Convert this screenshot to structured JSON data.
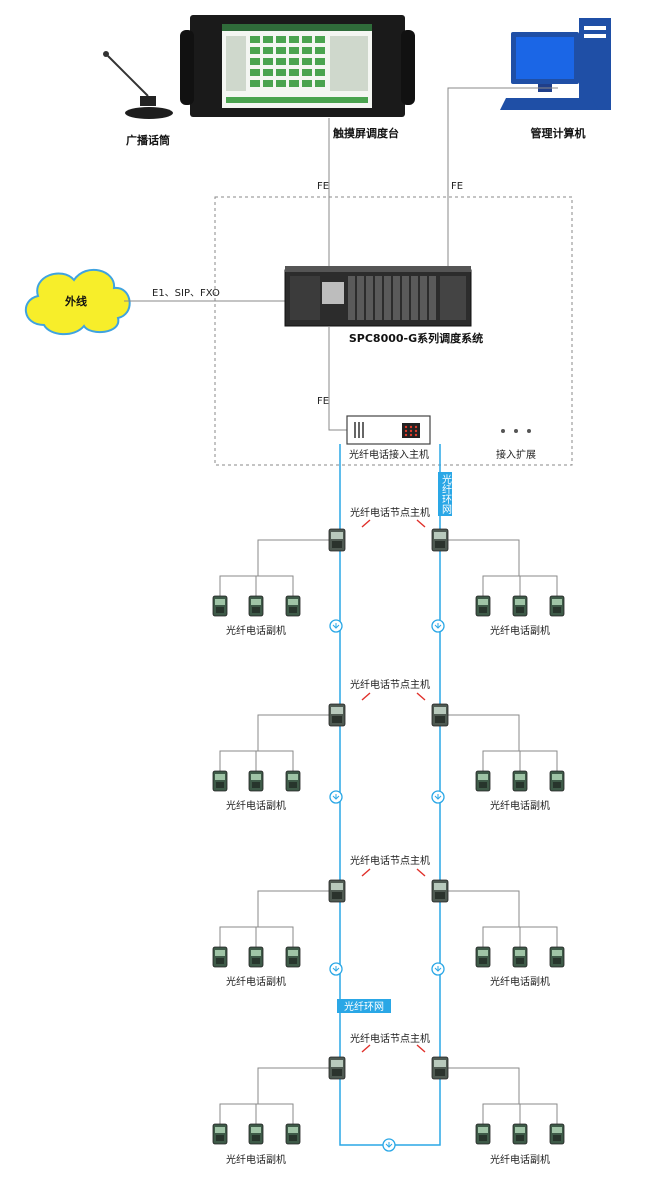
{
  "labels": {
    "mic": "广播话筒",
    "touch_console": "触摸屏调度台",
    "mgmt_pc": "管理计算机",
    "fe": "FE",
    "external": "外线",
    "protocols": "E1、SIP、FXO",
    "system": "SPC8000-G系列调度系统",
    "access_host": "光纤电话接入主机",
    "expansion": "接入扩展",
    "ring_net": "光纤环网",
    "node_host": "光纤电话节点主机",
    "sub_phone": "光纤电话副机"
  },
  "colors": {
    "fiber": "#2aa7e6",
    "cloud": "#f7ee2a",
    "cloud_border": "#3fa3e0",
    "dashed_border": "#888888",
    "link": "#8a8a8a",
    "arrow": "#e0302a"
  },
  "icons": [
    "microphone-icon",
    "touchscreen-console-icon",
    "computer-icon",
    "cloud-icon",
    "rack-server-icon",
    "access-host-icon",
    "node-phone-icon",
    "sub-phone-icon",
    "fiber-coupler-icon"
  ]
}
